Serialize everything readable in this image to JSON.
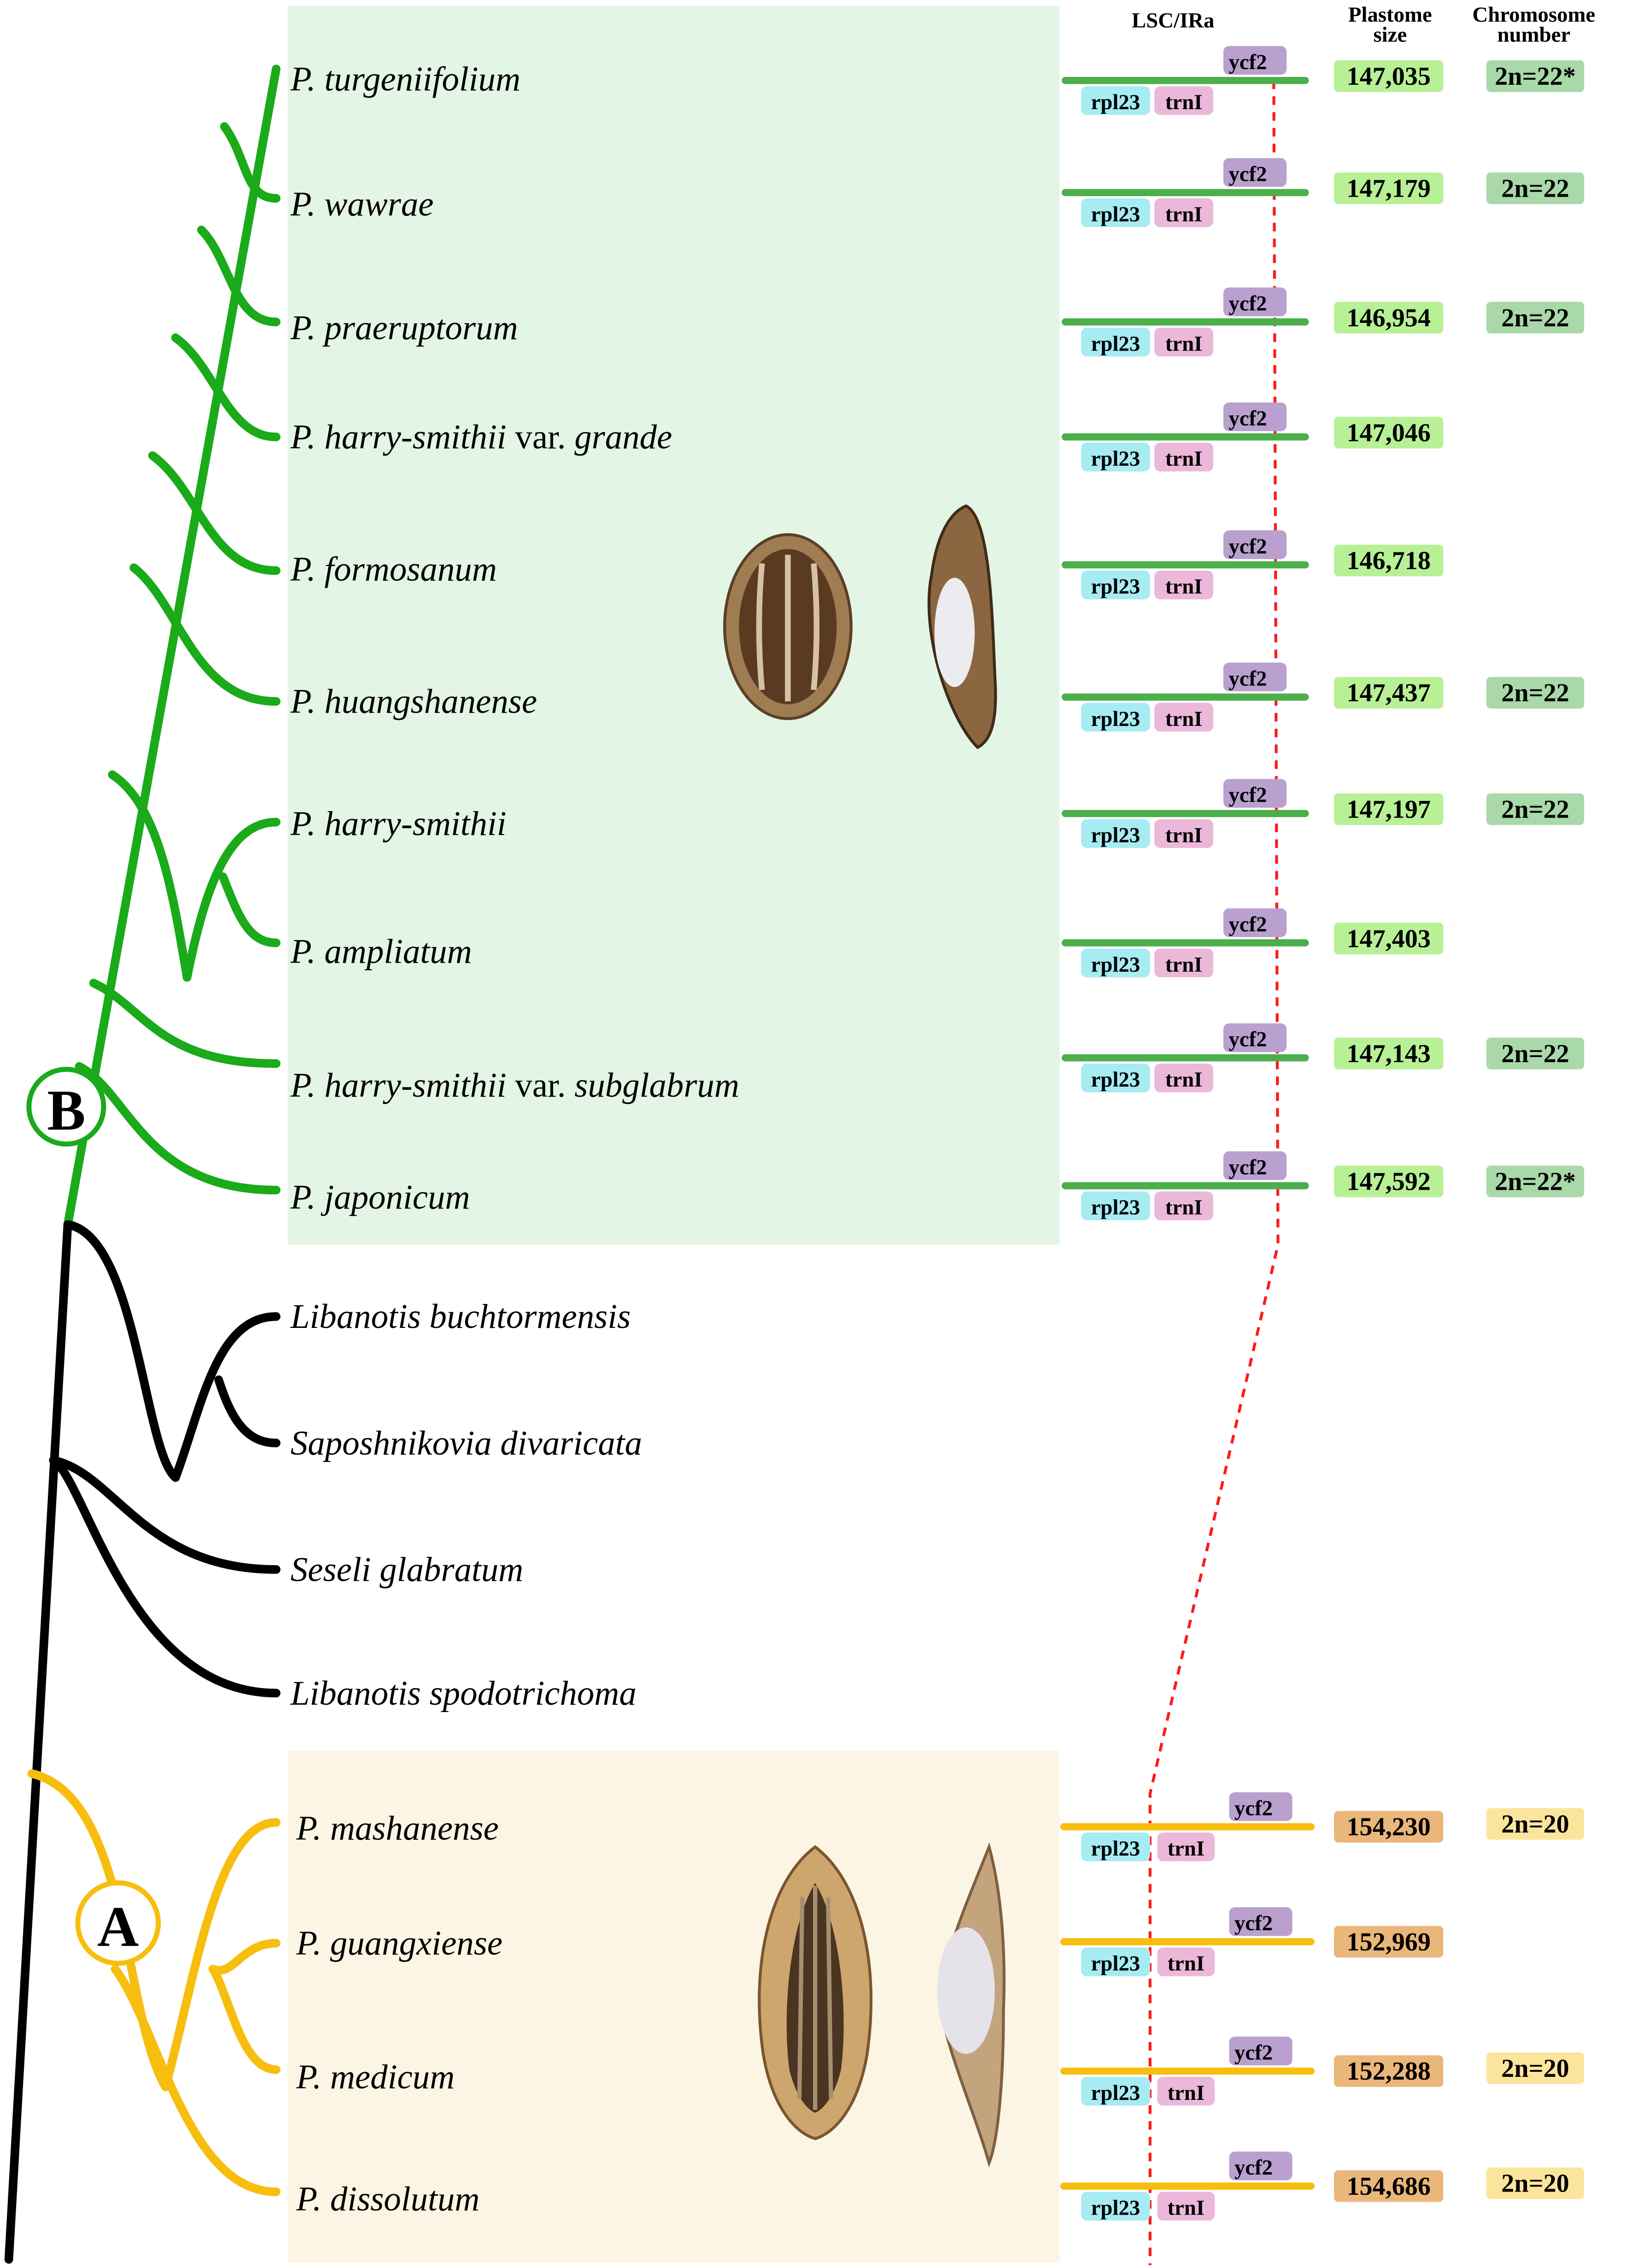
{
  "headers": {
    "lsc_ira": "LSC/IRa",
    "plastome_size": [
      "Plastome",
      "size"
    ],
    "chromosome_number": [
      "Chromosome",
      "number"
    ]
  },
  "clade_labels": {
    "b": "B",
    "a": "A"
  },
  "gene_labels": {
    "rpl23": "rpl23",
    "trnI": "trnI",
    "ycf2": "ycf2"
  },
  "colors": {
    "clade_b": "#1aaa1a",
    "clade_a": "#f7be0f",
    "outgroup": "#000000",
    "panel_b": "#e3f5e5",
    "panel_a": "#fcf5e4",
    "size_b": "#b8f095",
    "chrom_b": "#a9d8a9",
    "size_a": "#eab67a",
    "chrom_a": "#fbe59d",
    "rpl23": "#a6ecf2",
    "trnI": "#ecb8da",
    "ycf2": "#b9a0ce",
    "boundary": "#ff1a1a",
    "gene_line_b": "#4caf4c",
    "gene_line_a": "#f7be0f"
  },
  "taxa": [
    {
      "clade": "B",
      "parts": [
        {
          "t": "P. turgeniifolium",
          "i": true
        }
      ],
      "plastome_size": "147,035",
      "chromosome": "2n=22*"
    },
    {
      "clade": "B",
      "parts": [
        {
          "t": "P. wawrae",
          "i": true
        }
      ],
      "plastome_size": "147,179",
      "chromosome": "2n=22"
    },
    {
      "clade": "B",
      "parts": [
        {
          "t": "P. praeruptorum",
          "i": true
        }
      ],
      "plastome_size": "146,954",
      "chromosome": "2n=22"
    },
    {
      "clade": "B",
      "parts": [
        {
          "t": "P. harry-smithii",
          "i": true
        },
        {
          "t": " var. ",
          "i": false
        },
        {
          "t": "grande",
          "i": true
        }
      ],
      "plastome_size": "147,046",
      "chromosome": ""
    },
    {
      "clade": "B",
      "parts": [
        {
          "t": "P.  formosanum",
          "i": true
        }
      ],
      "plastome_size": "146,718",
      "chromosome": ""
    },
    {
      "clade": "B",
      "parts": [
        {
          "t": "P. huangshanense",
          "i": true
        }
      ],
      "plastome_size": "147,437",
      "chromosome": "2n=22"
    },
    {
      "clade": "B",
      "parts": [
        {
          "t": "P. harry-smithii",
          "i": true
        }
      ],
      "plastome_size": "147,197",
      "chromosome": "2n=22"
    },
    {
      "clade": "B",
      "parts": [
        {
          "t": "P. ampliatum",
          "i": true
        }
      ],
      "plastome_size": "147,403",
      "chromosome": ""
    },
    {
      "clade": "B",
      "parts": [
        {
          "t": "P. harry-smithii",
          "i": true
        },
        {
          "t": " var. ",
          "i": false
        },
        {
          "t": "subglabrum",
          "i": true
        }
      ],
      "plastome_size": "147,143",
      "chromosome": "2n=22"
    },
    {
      "clade": "B",
      "parts": [
        {
          "t": "P.  japonicum",
          "i": true
        }
      ],
      "plastome_size": "147,592",
      "chromosome": "2n=22*"
    },
    {
      "clade": "O",
      "parts": [
        {
          "t": "Libanotis buchtormensis",
          "i": true
        }
      ],
      "plastome_size": "",
      "chromosome": ""
    },
    {
      "clade": "O",
      "parts": [
        {
          "t": "Saposhnikovia divaricata",
          "i": true
        }
      ],
      "plastome_size": "",
      "chromosome": ""
    },
    {
      "clade": "O",
      "parts": [
        {
          "t": "Seseli glabratum",
          "i": true
        }
      ],
      "plastome_size": "",
      "chromosome": ""
    },
    {
      "clade": "O",
      "parts": [
        {
          "t": "Libanotis spodotrichoma",
          "i": true
        }
      ],
      "plastome_size": "",
      "chromosome": ""
    },
    {
      "clade": "A",
      "parts": [
        {
          "t": "P. mashanense",
          "i": true
        }
      ],
      "plastome_size": "154,230",
      "chromosome": "2n=20"
    },
    {
      "clade": "A",
      "parts": [
        {
          "t": "P. guangxiense",
          "i": true
        }
      ],
      "plastome_size": "152,969",
      "chromosome": ""
    },
    {
      "clade": "A",
      "parts": [
        {
          "t": "P. medicum",
          "i": true
        }
      ],
      "plastome_size": "152,288",
      "chromosome": "2n=20"
    },
    {
      "clade": "A",
      "parts": [
        {
          "t": "P. dissolutum",
          "i": true
        }
      ],
      "plastome_size": "154,686",
      "chromosome": "2n=20"
    }
  ]
}
